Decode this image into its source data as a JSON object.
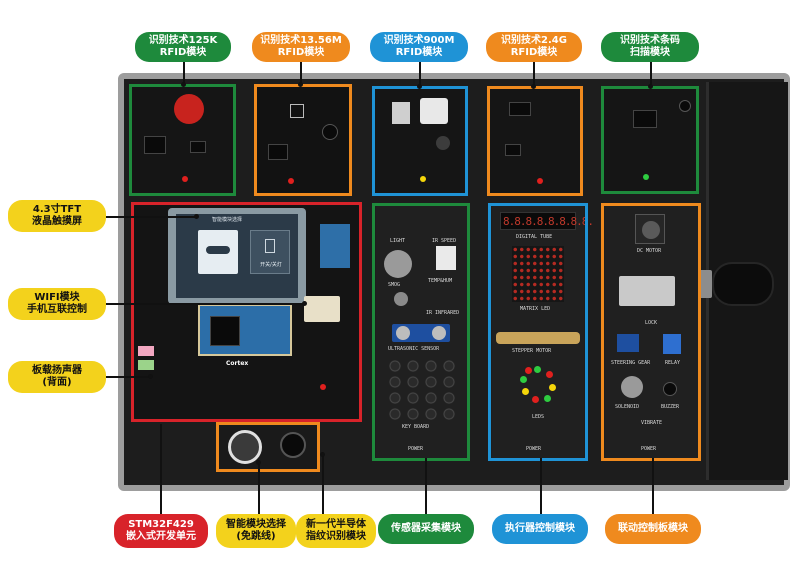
{
  "top_labels": [
    {
      "line1": "识别技术125K",
      "line2": "RFID模块",
      "color": "#1e8a3c"
    },
    {
      "line1": "识别技术13.56M",
      "line2": "RFID模块",
      "color": "#ef8a1e"
    },
    {
      "line1": "识别技术900M",
      "line2": "RFID模块",
      "color": "#1f93d6"
    },
    {
      "line1": "识别技术2.4G",
      "line2": "RFID模块",
      "color": "#ef8a1e"
    },
    {
      "line1": "识别技术条码",
      "line2": "扫描模块",
      "color": "#1e8a3c"
    }
  ],
  "left_labels": [
    {
      "line1": "4.3寸TFT",
      "line2": "液晶触摸屏"
    },
    {
      "line1": "WIFI模块",
      "line2": "手机互联控制"
    },
    {
      "line1": "板载扬声器",
      "line2": "(背面)"
    }
  ],
  "bottom_labels": [
    {
      "line1": "STM32F429",
      "line2": "嵌入式开发单元",
      "color": "#d8232a"
    },
    {
      "line1": "智能模块选择",
      "line2": "(免跳线)",
      "color": "#f3d21c"
    },
    {
      "line1": "新一代半导体",
      "line2": "指纹识别模块",
      "color": "#f3d21c"
    },
    {
      "line1": "传感器采集模块",
      "line2": "",
      "color": "#1e8a3c"
    },
    {
      "line1": "执行器控制模块",
      "line2": "",
      "color": "#1f93d6"
    },
    {
      "line1": "联动控制板模块",
      "line2": "",
      "color": "#ef8a1e"
    }
  ],
  "board_text": {
    "screen_title": "智能模块选择",
    "screen_btn": "开关/关灯",
    "cortex": "Cortex",
    "light": "LIGHT",
    "ir_speed": "IR SPEED",
    "smog": "SMOG",
    "temp_hum": "TEMP&HUM",
    "ir_infrared": "IR INFRARED",
    "ultrasonic": "ULTRASONIC SENSOR",
    "key_board": "KEY BOARD",
    "digital_tube": "DIGITAL TUBE",
    "digits": "8.8.8.8.8.8.8.8.",
    "matrix": "MATRIX LED",
    "stepper": "STEPPER MOTOR",
    "leds": "LEDS",
    "dc_motor": "DC MOTOR",
    "lock": "LOCK",
    "steering": "STEERING GEAR",
    "relay": "RELAY",
    "solenoid": "SOLENOID",
    "buzzer": "BUZZER",
    "vibrate": "VIBRATE",
    "power": "POWER"
  }
}
